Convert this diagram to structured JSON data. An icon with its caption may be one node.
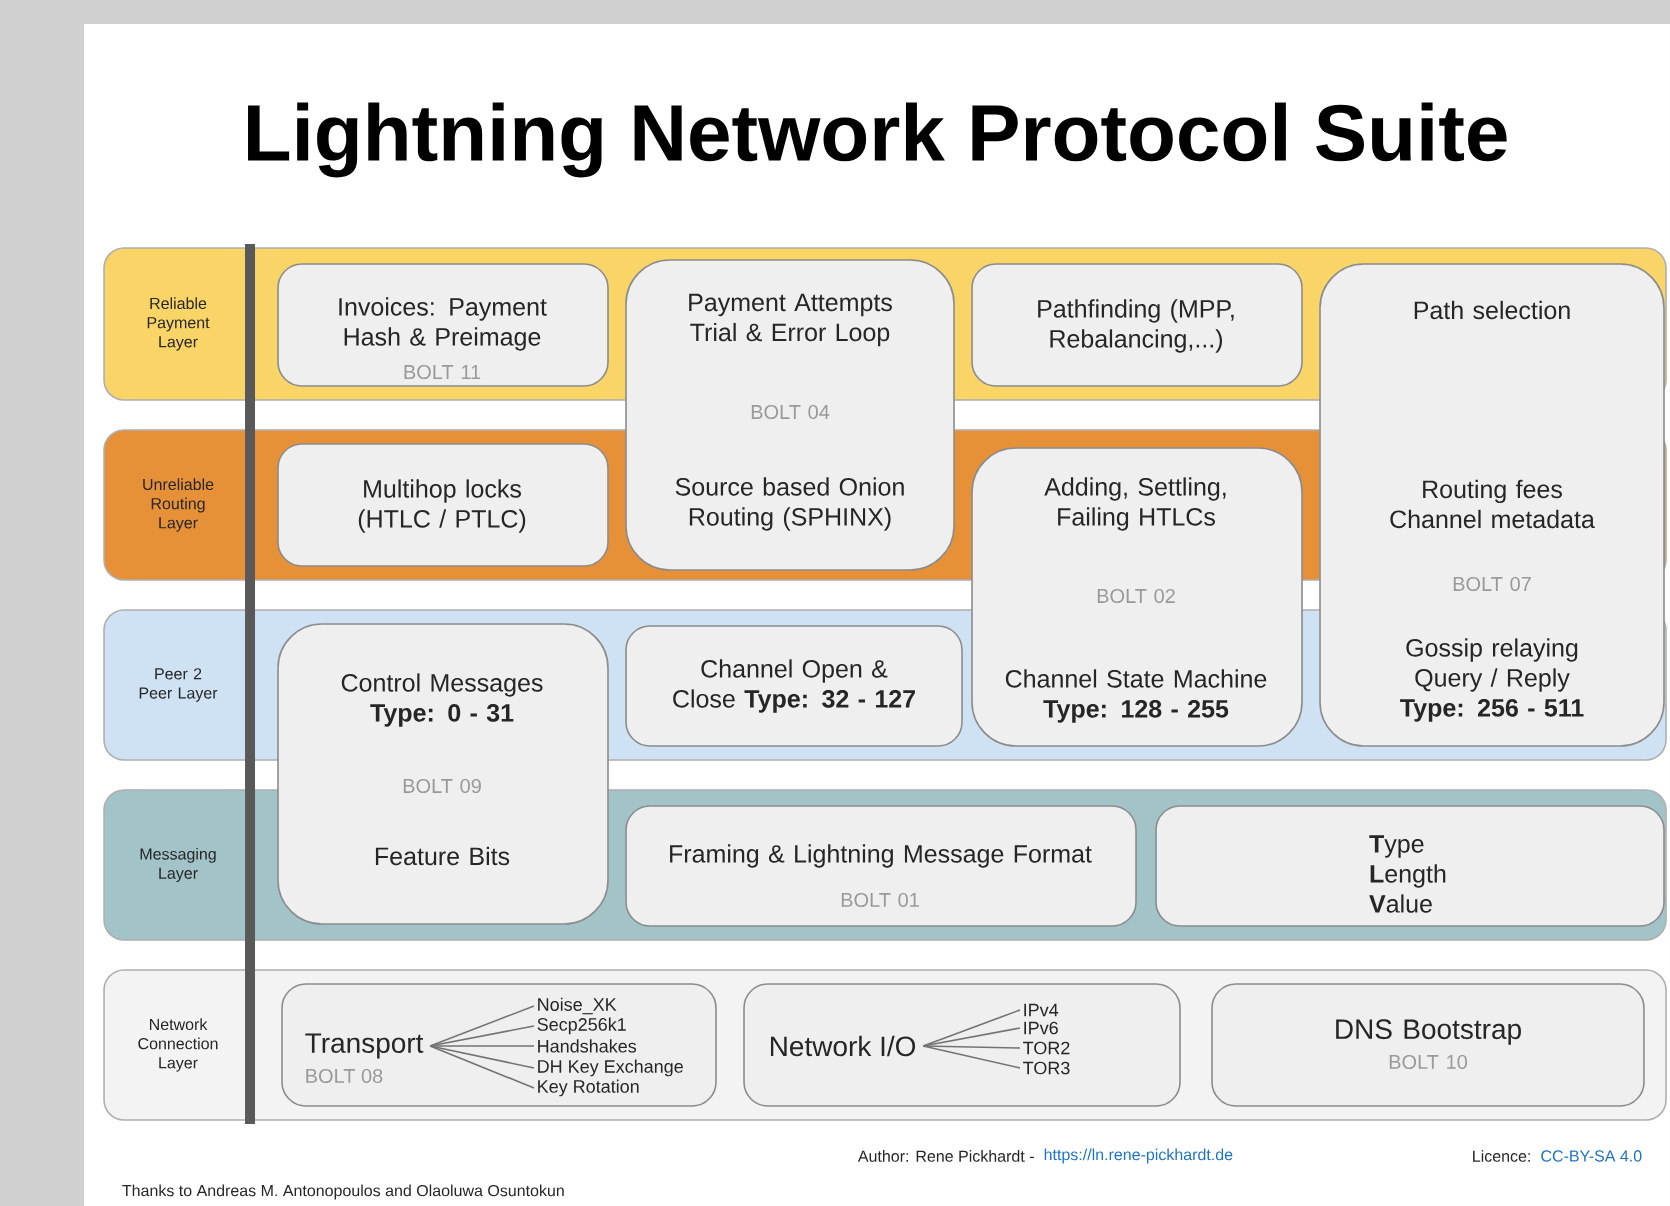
{
  "diagram": {
    "title": "Lightning Network Protocol Suite",
    "nodes": [
      {
        "text": [
          "Reliable Payment Layer"
        ]
      },
      {
        "text": [
          "Invoices: Payment Hash & Preimage",
          "BOLT 11"
        ],
        "in": 0
      },
      {
        "text": [
          "Payment Attempts Trial & Error Loop",
          "BOLT 04",
          "Source based Onion Routing (SPHINX)"
        ]
      },
      {
        "text": [
          "Pathfinding (MPP, Rebalancing,...)"
        ],
        "in": 0
      },
      {
        "text": [
          "Path selection",
          "Routing fees Channel metadata",
          "BOLT 07",
          "Gossip relaying Query / Reply **Type: 256 - 511**"
        ]
      },
      {
        "text": [
          "Unreliable Routing Layer"
        ]
      },
      {
        "text": [
          "Multihop locks (HTLC / PTLC)"
        ],
        "in": 5
      },
      {
        "text": [
          "Adding, Settling, Failing HTLCs",
          "BOLT 02",
          "Channel State Machine **Type: 128 - 255**"
        ]
      },
      {
        "text": [
          "Peer 2 Peer Layer"
        ]
      },
      {
        "text": [
          "Control Messages **Type: 0 - 31**",
          "BOLT 09",
          "Feature Bits"
        ]
      },
      {
        "text": [
          "Channel Open & Close **Type: 32 - 127**"
        ],
        "in": 8
      },
      {
        "text": [
          "Messaging Layer"
        ]
      },
      {
        "text": [
          "Framing & Lightning Message Format",
          "BOLT 01"
        ],
        "in": 11
      },
      {
        "text": [
          "**T**ype **L**ength **V**alue"
        ],
        "in": 11
      },
      {
        "text": [
          "Network Connection Layer"
        ]
      },
      {
        "text": [],
        "shape": "box",
        "in": 14
      },
      {
        "text": [
          "Transport",
          "BOLT 08"
        ],
        "in": 15
      },
      {
        "text": [
          "Noise_XK"
        ],
        "in": 15
      },
      {
        "text": [
          "Secp256k1"
        ],
        "in": 15
      },
      {
        "text": [
          "Handshakes"
        ],
        "in": 15
      },
      {
        "text": [
          "DH Key Exchange"
        ],
        "in": 15
      },
      {
        "text": [
          "Key Rotation"
        ],
        "in": 15
      },
      {
        "text": [],
        "shape": "box",
        "in": 14
      },
      {
        "text": [
          "Network I/O"
        ],
        "in": 22
      },
      {
        "text": [
          "IPv4"
        ],
        "in": 22
      },
      {
        "text": [
          "IPv6"
        ],
        "in": 22
      },
      {
        "text": [
          "TOR2"
        ],
        "in": 22
      },
      {
        "text": [
          "TOR3"
        ],
        "in": 22
      },
      {
        "text": [
          "DNS Bootstrap",
          "BOLT 10"
        ],
        "in": 14
      }
    ],
    "edges": [
      {
        "from": 16,
        "to": 17,
        "arrow": "none"
      },
      {
        "from": 16,
        "to": 18,
        "arrow": "none"
      },
      {
        "from": 16,
        "to": 19,
        "arrow": "none"
      },
      {
        "from": 16,
        "to": 20,
        "arrow": "none"
      },
      {
        "from": 16,
        "to": 21,
        "arrow": "none"
      },
      {
        "from": 23,
        "to": 24,
        "arrow": "none"
      },
      {
        "from": 23,
        "to": 25,
        "arrow": "none"
      },
      {
        "from": 23,
        "to": 26,
        "arrow": "none"
      },
      {
        "from": 23,
        "to": 27,
        "arrow": "none"
      }
    ],
    "labels": [
      "Author: Rene Pickhardt -",
      "https://ln.rene-pickhardt.de",
      "Licence:",
      "CC-BY-SA 4.0",
      "Thanks to Andreas M. Antonopoulos and Olaoluwa Osuntokun"
    ]
  }
}
